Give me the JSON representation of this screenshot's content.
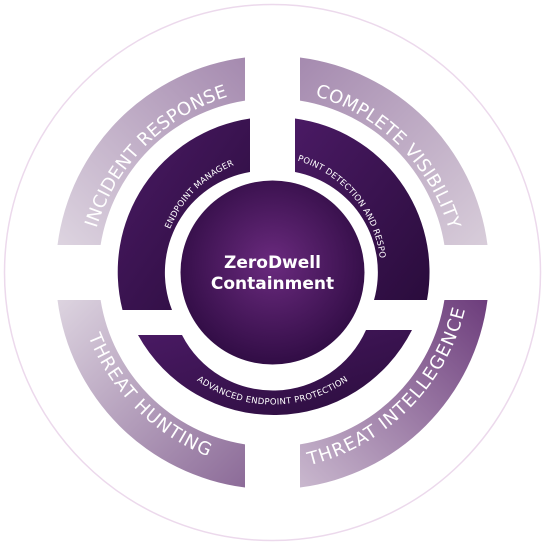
{
  "diagram": {
    "center": {
      "line1": "ZeroDwell",
      "line2": "Containment"
    },
    "inner_ring": [
      {
        "label": "ENDPOINT MANAGER"
      },
      {
        "label": "ENDPOINT DETECTION AND RESPONSE"
      },
      {
        "label": "ADVANCED ENDPOINT PROTECTION"
      }
    ],
    "outer_ring": [
      {
        "label": "INCIDENT RESPONSE"
      },
      {
        "label": "COMPLETE VISIBILITY"
      },
      {
        "label": "THREAT HUNTING"
      },
      {
        "label": "THREAT INTELLEGENCE"
      }
    ]
  },
  "colors": {
    "outer_light": "#ddd4e0",
    "outer_mid": "#a58aaf",
    "outer_dark": "#6d3d7c",
    "inner_dark": "#2a0c3c",
    "inner_mid": "#4a1a64",
    "center_light": "#6a2a7e",
    "center_dark": "#2c0a40",
    "ring_outline": "#ecd9ec"
  }
}
